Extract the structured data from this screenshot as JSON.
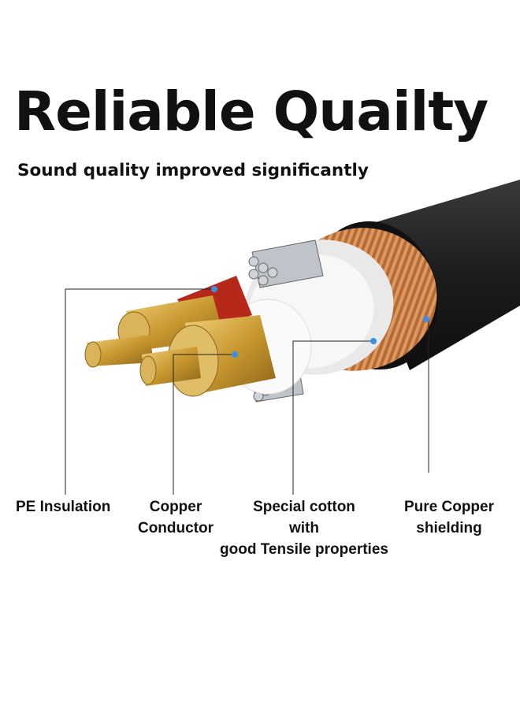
{
  "header": {
    "title": "Reliable Quailty",
    "subtitle": "Sound quality improved significantly"
  },
  "labels": [
    {
      "lines": [
        "PE Insulation"
      ]
    },
    {
      "lines": [
        "Copper",
        "Conductor"
      ]
    },
    {
      "lines": [
        "Special cotton",
        "with",
        "good Tensile properties"
      ]
    },
    {
      "lines": [
        "Pure Copper",
        "shielding"
      ]
    }
  ],
  "colors": {
    "dot": "#3b8fe0",
    "jacket": "#1e1e1e",
    "braid": "#c5793f",
    "conductor": "#d9b45a",
    "insulation_red": "#b5281a"
  }
}
